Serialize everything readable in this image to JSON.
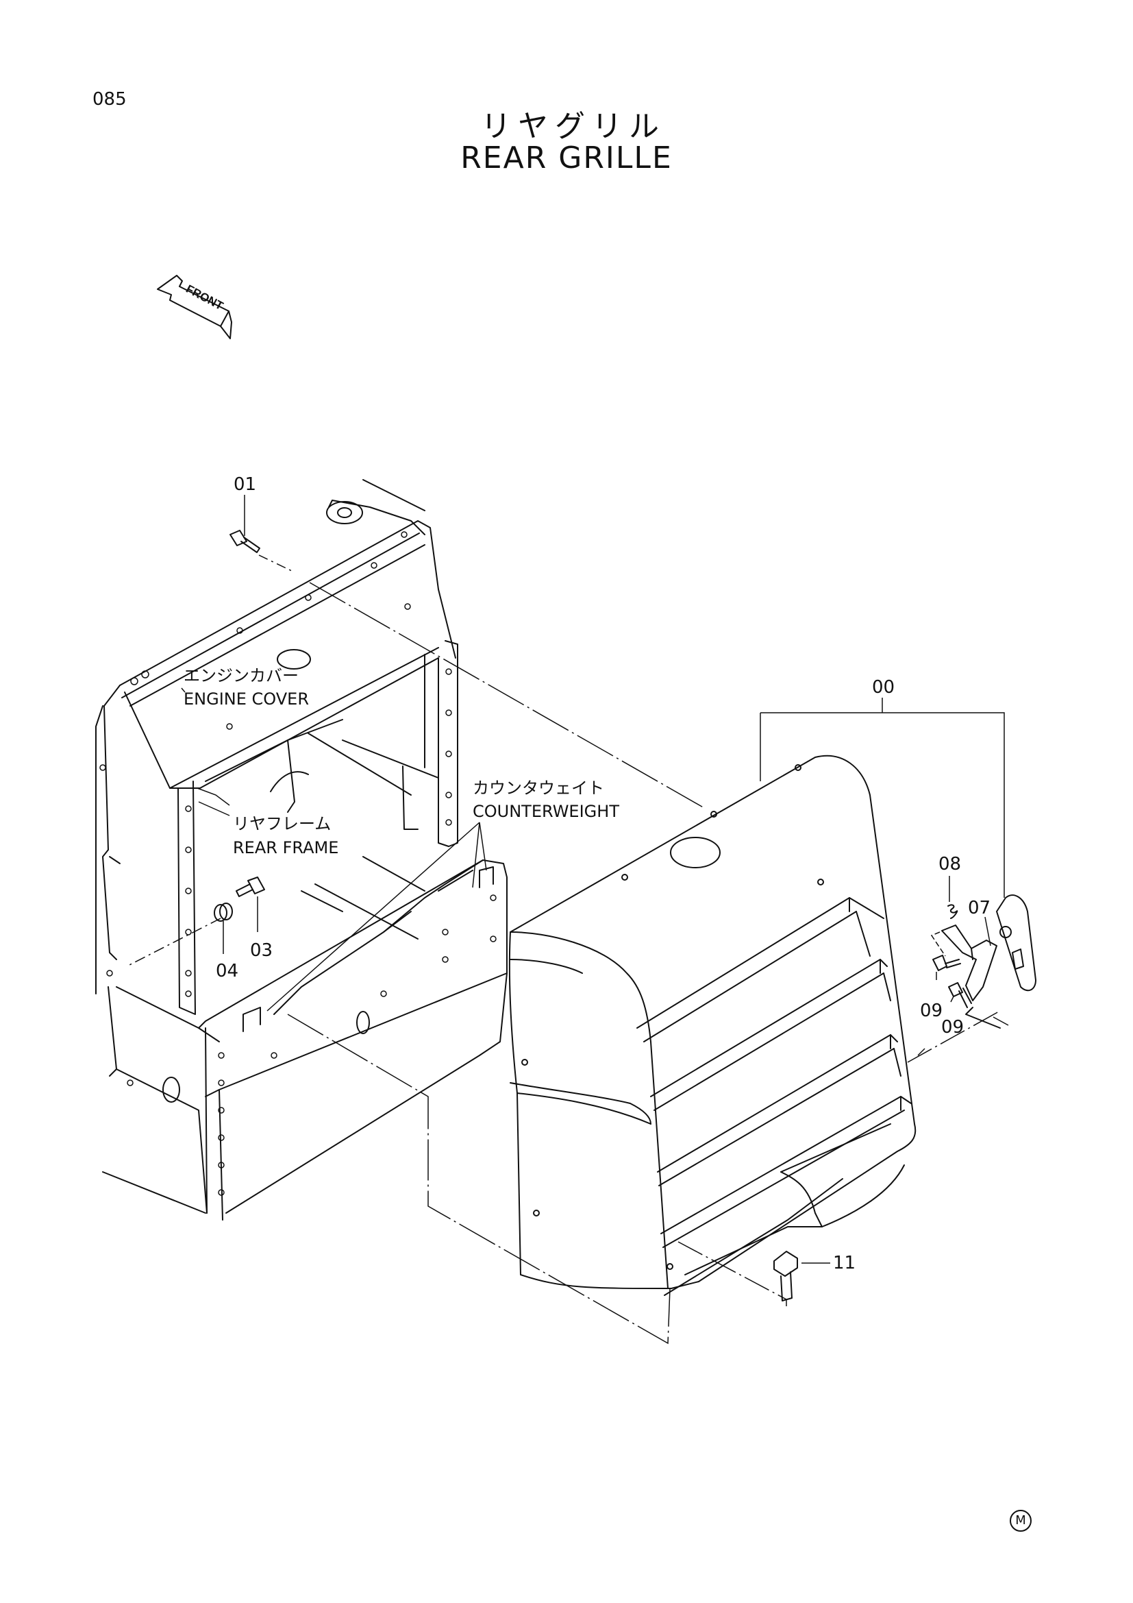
{
  "page_number": "085",
  "title_jp": "リヤグリル",
  "title_en": "REAR GRILLE",
  "front_label": "FRONT",
  "labels": {
    "engine_cover_jp": "エンジンカバー",
    "engine_cover_en": "ENGINE COVER",
    "rear_frame_jp": "リヤフレーム",
    "rear_frame_en": "REAR FRAME",
    "counterweight_jp": "カウンタウェイト",
    "counterweight_en": "COUNTERWEIGHT"
  },
  "callouts": {
    "c01": "01",
    "c00": "00",
    "c08": "08",
    "c07": "07",
    "c09a": "09",
    "c09b": "09",
    "c03": "03",
    "c04": "04",
    "c11": "11"
  },
  "corner_mark": "M"
}
